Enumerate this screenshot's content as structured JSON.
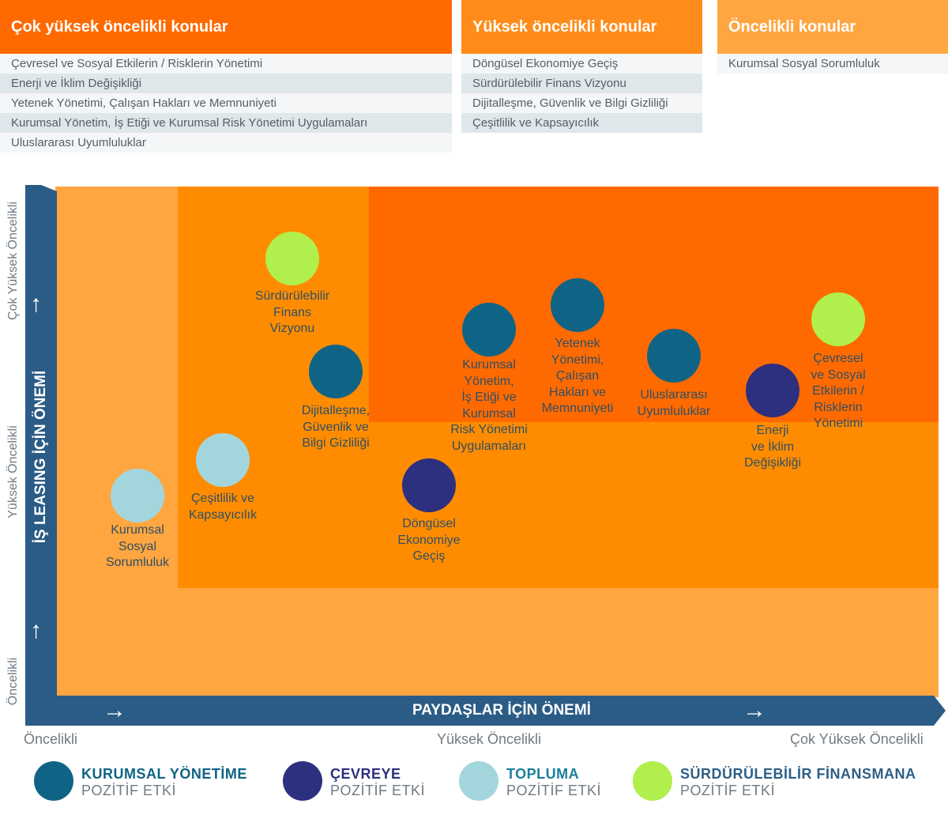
{
  "tables": {
    "very_high": {
      "title": "Çok yüksek öncelikli konular",
      "rows": [
        "Çevresel ve Sosyal Etkilerin / Risklerin Yönetimi",
        "Enerji ve İklim Değişikliği",
        "Yetenek Yönetimi, Çalışan Hakları ve Memnuniyeti",
        "Kurumsal Yönetim, İş Etiği ve Kurumsal Risk Yönetimi Uygulamaları",
        "Uluslararası Uyumluluklar"
      ]
    },
    "high": {
      "title": "Yüksek öncelikli konular",
      "rows": [
        "Döngüsel Ekonomiye Geçiş",
        "Sürdürülebilir Finans Vizyonu",
        "Dijitalleşme, Güvenlik ve Bilgi Gizliliği",
        "Çeşitlilik ve Kapsayıcılık"
      ]
    },
    "priority": {
      "title": "Öncelikli konular",
      "rows": [
        "Kurumsal Sosyal Sorumluluk"
      ]
    }
  },
  "matrix": {
    "y_axis_title": "İŞ LEASING İÇİN ÖNEMİ",
    "x_axis_title": "PAYDAŞLAR İÇİN ÖNEMİ",
    "y_levels": [
      "Öncelikli",
      "Yüksek Öncelikli",
      "Çok Yüksek Öncelikli"
    ],
    "x_levels": [
      "Öncelikli",
      "Yüksek Öncelikli",
      "Çok Yüksek Öncelikli"
    ],
    "zone_colors": {
      "priority": "#ffa640",
      "high": "#ff8c00",
      "very_high": "#ff6a00"
    },
    "topics": [
      {
        "name": "surdurulebilir-finans",
        "label": "Sürdürülebilir\nFinans\nVizyonu",
        "category": "sustainable_finance"
      },
      {
        "name": "dijitallesme",
        "label": "Dijitalleşme,\nGüvenlik ve\nBilgi Gizliliği",
        "category": "governance"
      },
      {
        "name": "cesitlilik",
        "label": "Çeşitlilik ve\nKapsayıcılık",
        "category": "community"
      },
      {
        "name": "kurumsal-sosyal-sorumluluk",
        "label": "Kurumsal\nSosyal\nSorumluluk",
        "category": "community"
      },
      {
        "name": "kurumsal-yonetim",
        "label": "Kurumsal\nYönetim,\nİş Etiği ve\nKurumsal\nRisk Yönetimi\nUygulamaları",
        "category": "governance"
      },
      {
        "name": "dongusel-ekonomi",
        "label": "Döngüsel\nEkonomiye\nGeçiş",
        "category": "environment"
      },
      {
        "name": "yetenek-yonetimi",
        "label": "Yetenek\nYönetimi,\nÇalışan\nHakları ve\nMemnuniyeti",
        "category": "governance"
      },
      {
        "name": "uluslararasi-uyumluluklar",
        "label": "Uluslararası\nUyumluluklar",
        "category": "governance"
      },
      {
        "name": "enerji-iklim",
        "label": "Enerji\nve İklim\nDeğişikliği",
        "category": "environment"
      },
      {
        "name": "cevresel-sosyal",
        "label": "Çevresel\nve Sosyal\nEtkilerin /\nRisklerin\nYönetimi",
        "category": "sustainable_finance"
      }
    ]
  },
  "legend": [
    {
      "key": "governance",
      "title": "KURUMSAL YÖNETİME",
      "sub": "POZİTİF ETKİ",
      "color": "#0f6486"
    },
    {
      "key": "environment",
      "title": "ÇEVREYE",
      "sub": "POZİTİF ETKİ",
      "color": "#2d2f7f"
    },
    {
      "key": "community",
      "title": "TOPLUMA",
      "sub": "POZİTİF ETKİ",
      "color": "#a3d6dc"
    },
    {
      "key": "sustainable_finance",
      "title": "SÜRDÜRÜLEBİLİR FİNANSMANA",
      "sub": "POZİTİF ETKİ",
      "color": "#b1ef4d"
    }
  ]
}
